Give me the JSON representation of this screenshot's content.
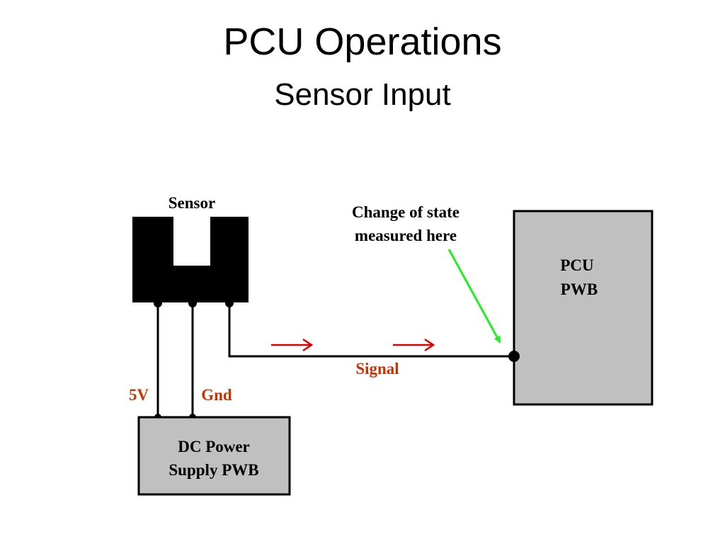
{
  "slide": {
    "title": "PCU Operations",
    "subtitle": "Sensor Input"
  },
  "diagram": {
    "sensor_label": "Sensor",
    "annotation": {
      "line1": "Change of state",
      "line2": "measured here"
    },
    "pcu_box": {
      "line1": "PCU",
      "line2": "PWB"
    },
    "power_box": {
      "line1": "DC Power",
      "line2": "Supply PWB"
    },
    "wires": {
      "five_volt": "5V",
      "ground": "Gnd",
      "signal": "Signal"
    },
    "colors": {
      "box_fill": "#c0c0c0",
      "sensor_fill": "#000000",
      "wire_label": "#cc3300",
      "signal_arrow": "#e00000",
      "pointer_arrow": "#22ee22"
    }
  }
}
